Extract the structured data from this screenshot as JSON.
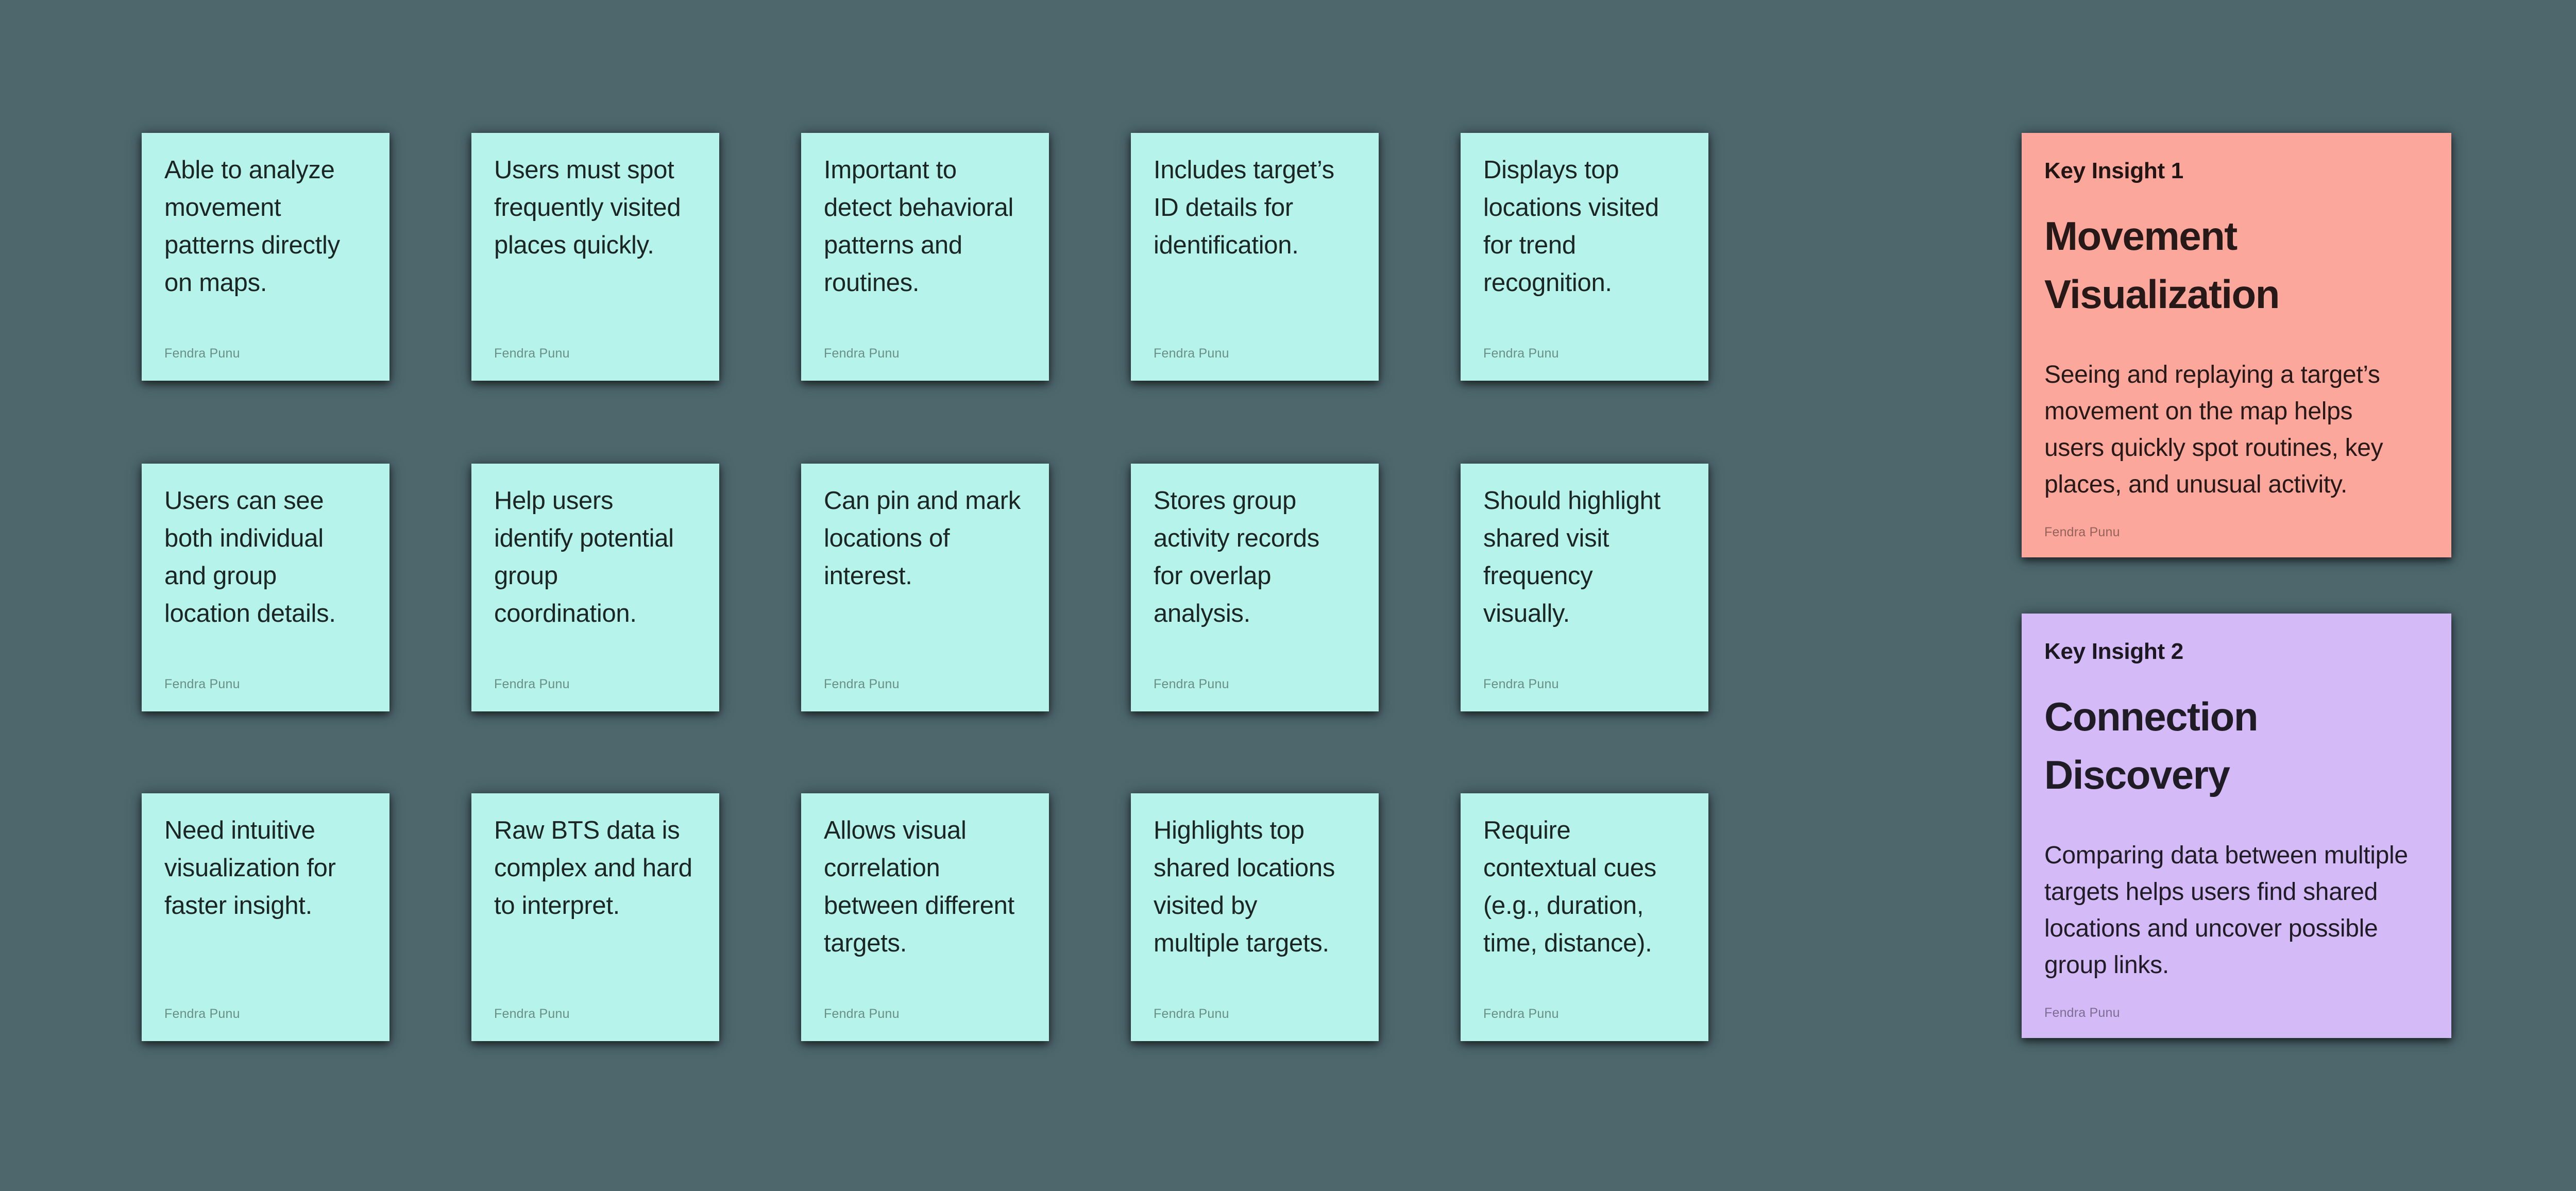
{
  "board": {
    "background_color": "#4D676D",
    "sticky_color": "#B6F3EA",
    "insight1_color": "#FCA79C",
    "insight2_color": "#D4BBF8"
  },
  "notes": [
    {
      "text": "Able to analyze\nmovement\npatterns directly\non maps.",
      "author": "Fendra Punu"
    },
    {
      "text": "Users must spot\nfrequently visited\nplaces quickly.",
      "author": "Fendra Punu"
    },
    {
      "text": "Important to\ndetect behavioral\npatterns and\nroutines.",
      "author": "Fendra Punu"
    },
    {
      "text": "Includes target’s\nID details for\nidentification.",
      "author": "Fendra Punu"
    },
    {
      "text": "Displays top\nlocations visited\nfor trend\nrecognition.",
      "author": "Fendra Punu"
    },
    {
      "text": "Users can see\nboth individual\nand group\nlocation details.",
      "author": "Fendra Punu"
    },
    {
      "text": "Help users\nidentify potential\ngroup\ncoordination.",
      "author": "Fendra Punu"
    },
    {
      "text": "Can pin and mark\nlocations of\ninterest.",
      "author": "Fendra Punu"
    },
    {
      "text": "Stores group\nactivity records\nfor overlap\nanalysis.",
      "author": "Fendra Punu"
    },
    {
      "text": "Should highlight\nshared visit\nfrequency\nvisually.",
      "author": "Fendra Punu"
    },
    {
      "text": "Need intuitive\nvisualization for\nfaster insight.",
      "author": "Fendra Punu"
    },
    {
      "text": "Raw BTS data is\ncomplex and hard\nto interpret.",
      "author": "Fendra Punu"
    },
    {
      "text": "Allows visual\ncorrelation\nbetween different\ntargets.",
      "author": "Fendra Punu"
    },
    {
      "text": "Highlights top\nshared locations\nvisited by\nmultiple targets.",
      "author": "Fendra Punu"
    },
    {
      "text": "Require\ncontextual cues\n(e.g., duration,\ntime, distance).",
      "author": "Fendra Punu"
    }
  ],
  "insights": [
    {
      "label": "Key Insight 1",
      "title": "Movement Visualization",
      "body": "Seeing and replaying a target’s\nmovement on the map helps\nusers quickly spot routines, key\nplaces, and unusual activity.",
      "author": "Fendra Punu"
    },
    {
      "label": "Key Insight 2",
      "title": "Connection Discovery",
      "body": "Comparing data between multiple\ntargets helps users find shared\nlocations and uncover possible\ngroup links.",
      "author": "Fendra Punu"
    }
  ]
}
